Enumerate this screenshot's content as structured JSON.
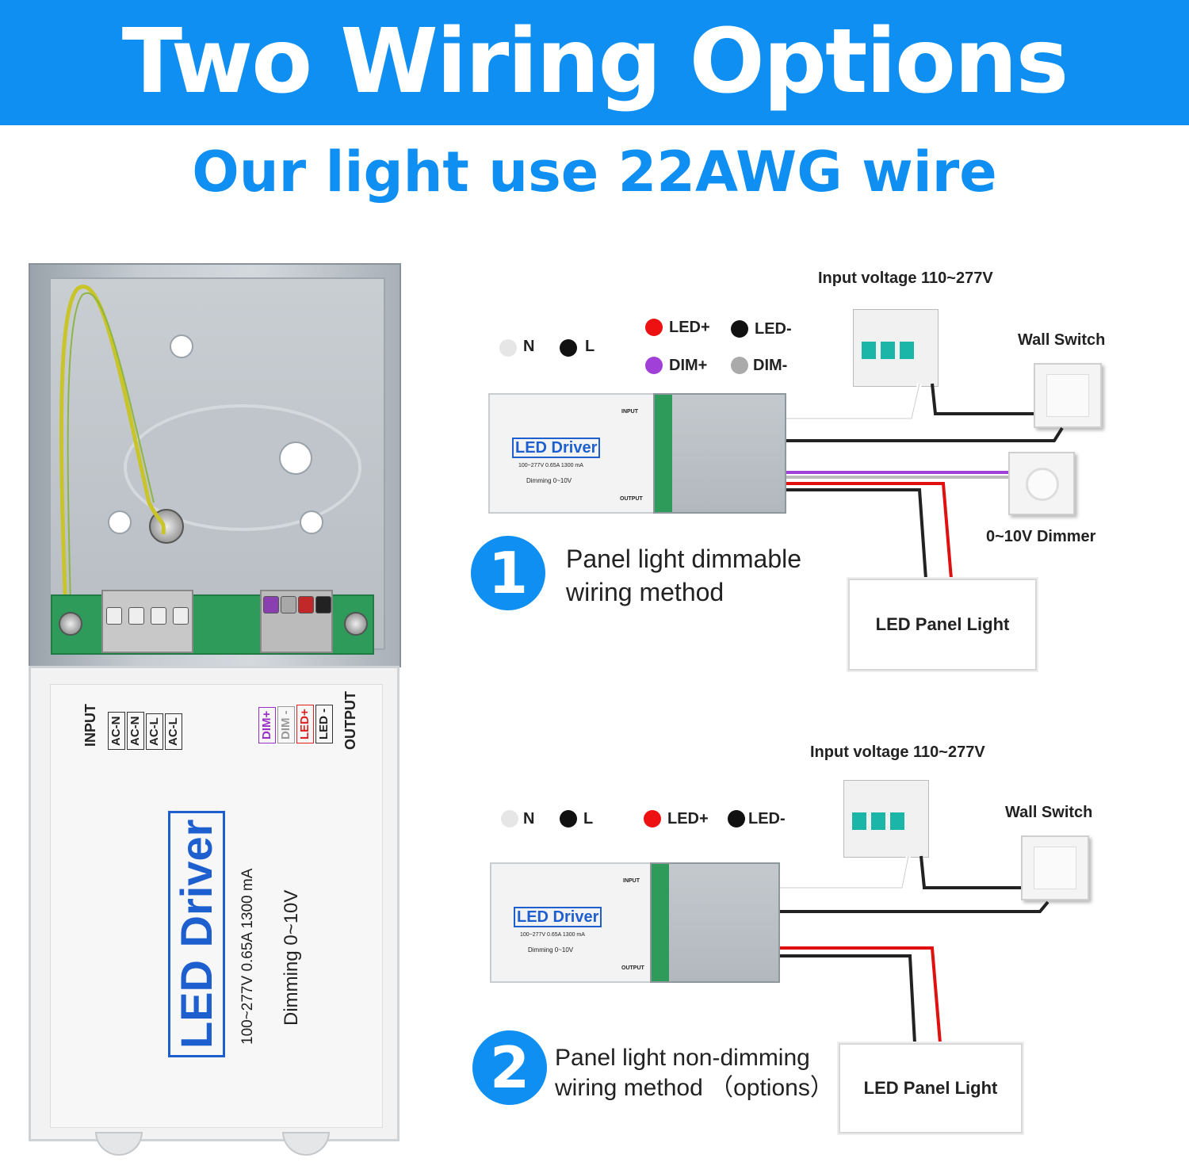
{
  "header": {
    "title": "Two Wiring Options",
    "subtitle": "Our light use 22AWG wire",
    "banner_color": "#0f8ff2"
  },
  "driver_photo": {
    "brand_label": "LED Driver",
    "spec": "100~277V   0.65A   1300 mA",
    "dimming": "Dimming 0~10V",
    "input_label": "INPUT",
    "output_label": "OUTPUT",
    "input_pins": [
      "AC-N",
      "AC-N",
      "AC-L",
      "AC-L"
    ],
    "output_pins": [
      {
        "label": "DIM+",
        "color": "#9b30c8"
      },
      {
        "label": "DIM -",
        "color": "#999999"
      },
      {
        "label": "LED+",
        "color": "#e02020"
      },
      {
        "label": "LED -",
        "color": "#111111"
      }
    ]
  },
  "legend_colors": {
    "N": "#e6e6e6",
    "L": "#111111",
    "LED+": "#ee1111",
    "LED-": "#111111",
    "DIM+": "#a040d8",
    "DIM-": "#aaaaaa"
  },
  "option1": {
    "number": "1",
    "method_line1": "Panel light dimmable",
    "method_line2": "wiring method",
    "input_voltage": "Input voltage 110~277V",
    "wall_switch": "Wall Switch",
    "dimmer": "0~10V Dimmer",
    "panel_light": "LED Panel Light",
    "legend": {
      "n": "N",
      "l": "L",
      "led_plus": "LED+",
      "led_minus": "LED-",
      "dim_plus": "DIM+",
      "dim_minus": "DIM-"
    },
    "mini_driver": {
      "title": "LED Driver",
      "spec": "100~277V  0.65A  1300 mA",
      "dimming": "Dimming 0~10V",
      "input": "INPUT",
      "output": "OUTPUT"
    }
  },
  "option2": {
    "number": "2",
    "method_line1": "Panel light non-dimming",
    "method_line2": "wiring method （options）",
    "input_voltage": "Input voltage 110~277V",
    "wall_switch": "Wall Switch",
    "panel_light": "LED Panel Light",
    "legend": {
      "n": "N",
      "l": "L",
      "led_plus": "LED+",
      "led_minus": "LED-"
    },
    "mini_driver": {
      "title": "LED Driver",
      "spec": "100~277V  0.65A  1300 mA",
      "dimming": "Dimming 0~10V",
      "input": "INPUT",
      "output": "OUTPUT"
    }
  }
}
